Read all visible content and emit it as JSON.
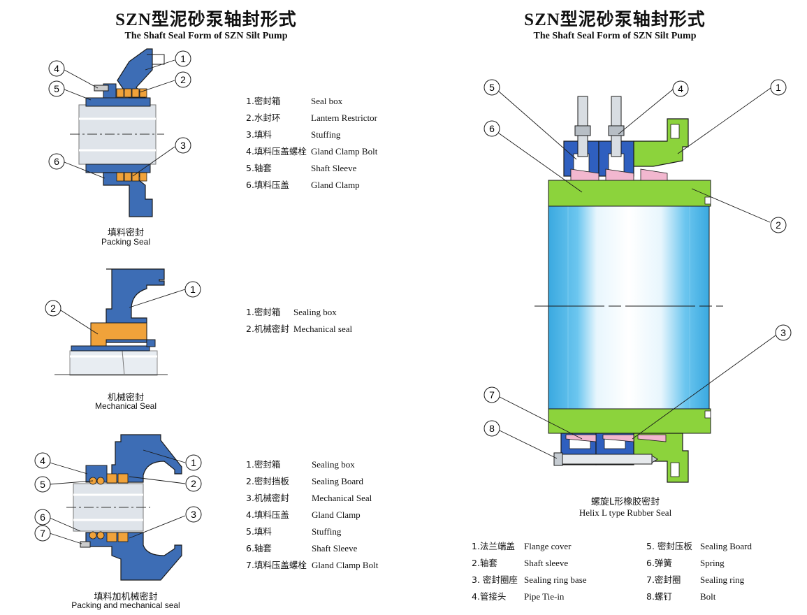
{
  "left_title": {
    "cn": "SZN型泥砂泵轴封形式",
    "en": "The Shaft Seal Form of SZN Silt Pump"
  },
  "right_title": {
    "cn": "SZN型泥砂泵轴封形式",
    "en": "The Shaft Seal Form of SZN Silt Pump"
  },
  "packing_seal": {
    "caption_cn": "填料密封",
    "caption_en": "Packing Seal",
    "callouts": [
      "1",
      "2",
      "3",
      "4",
      "5",
      "6"
    ],
    "legend": [
      {
        "cn": "1.密封箱",
        "en": "Seal box"
      },
      {
        "cn": "2.水封环",
        "en": "Lantern Restrictor"
      },
      {
        "cn": "3.填料",
        "en": "Stuffing"
      },
      {
        "cn": "4.填料压盖螺栓",
        "en": "Gland Clamp Bolt"
      },
      {
        "cn": "5.轴套",
        "en": "Shaft Sleeve"
      },
      {
        "cn": "6.填料压盖",
        "en": "Gland Clamp"
      }
    ]
  },
  "mechanical_seal": {
    "caption_cn": "机械密封",
    "caption_en": "Mechanical Seal",
    "callouts": [
      "1",
      "2"
    ],
    "legend": [
      {
        "cn": "1.密封箱",
        "en": "Sealing box"
      },
      {
        "cn": "2.机械密封",
        "en": "Mechanical seal"
      }
    ]
  },
  "combined_seal": {
    "caption_cn": "填料加机械密封",
    "caption_en": "Packing and mechanical seal",
    "callouts": [
      "1",
      "2",
      "3",
      "4",
      "5",
      "6",
      "7"
    ],
    "legend": [
      {
        "cn": "1.密封箱",
        "en": "Sealing box"
      },
      {
        "cn": "2.密封挡板",
        "en": "Sealing Board"
      },
      {
        "cn": "3.机械密封",
        "en": "Mechanical Seal"
      },
      {
        "cn": "4.填料压盖",
        "en": "Gland Clamp"
      },
      {
        "cn": "5.填料",
        "en": "Stuffing"
      },
      {
        "cn": "6.轴套",
        "en": "Shaft Sleeve"
      },
      {
        "cn": "7.填料压盖螺栓",
        "en": "Gland Clamp Bolt"
      }
    ]
  },
  "helix_seal": {
    "caption_cn": "螺旋L形橡胶密封",
    "caption_en": "Helix L type Rubber Seal",
    "callouts": [
      "1",
      "2",
      "3",
      "4",
      "5",
      "6",
      "7",
      "8"
    ],
    "legend_left": [
      {
        "cn": "1.法兰端盖",
        "en": "Flange cover"
      },
      {
        "cn": "2.轴套",
        "en": "Shaft sleeve"
      },
      {
        "cn": "3. 密封圈座",
        "en": "Sealing ring base"
      },
      {
        "cn": "4.管接头",
        "en": "Pipe Tie-in"
      }
    ],
    "legend_right": [
      {
        "cn": "5. 密封压板",
        "en": "Sealing Board"
      },
      {
        "cn": "6.弹簧",
        "en": "Spring"
      },
      {
        "cn": "7.密封圈",
        "en": "Sealing ring"
      },
      {
        "cn": "8.螺钉",
        "en": "Bolt"
      }
    ]
  },
  "colors": {
    "housing_blue": "#3d6db5",
    "packing_orange": "#f0a23a",
    "shaft_light": "#dfe4ea",
    "flange_green": "#8cd33c",
    "sleeve_blue": "#4db6e8",
    "rubber_pink": "#f2b7cf",
    "outline": "#1a1a1a"
  }
}
